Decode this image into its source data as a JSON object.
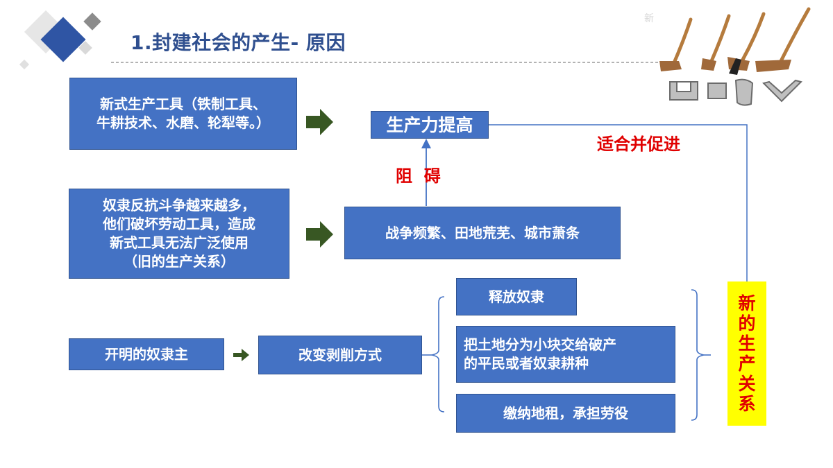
{
  "header": {
    "title": "1.封建社会的产生- 原因",
    "watermark": "新"
  },
  "colors": {
    "box_blue": "#4472c4",
    "arrow_green": "#385723",
    "label_red": "#e00000",
    "highlight_yellow": "#ffff00",
    "connector_blue": "#4472c4"
  },
  "row1": {
    "tools_line1": "新式生产工具（铁制工具、",
    "tools_line2": "牛耕技术、水磨、轮犁等。）",
    "productivity": "生产力提高",
    "fit_label": "适合并促进"
  },
  "obstacle_label": "阻  碍",
  "row2": {
    "slave_line1": "奴隶反抗斗争越来越多，",
    "slave_line2": "他们破坏劳动工具，造成",
    "slave_line3": "新式工具无法广泛使用",
    "slave_line4": "（旧的生产关系）",
    "war": "战争频繁、田地荒芜、城市萧条"
  },
  "row3": {
    "master": "开明的奴隶主",
    "change": "改变剥削方式",
    "options": [
      {
        "line1": "释放奴隶",
        "line2": ""
      },
      {
        "line1": "把土地分为小块交给破产",
        "line2": "的平民或者奴隶耕种"
      },
      {
        "line1": "缴纳地租，承担劳役",
        "line2": ""
      }
    ]
  },
  "result": {
    "chars": [
      "新",
      "的",
      "生",
      "产",
      "关",
      "系"
    ]
  },
  "icons": {
    "logo": "blue-diamond-logo",
    "tools_illustration": "ancient-farming-tools-illustration"
  }
}
